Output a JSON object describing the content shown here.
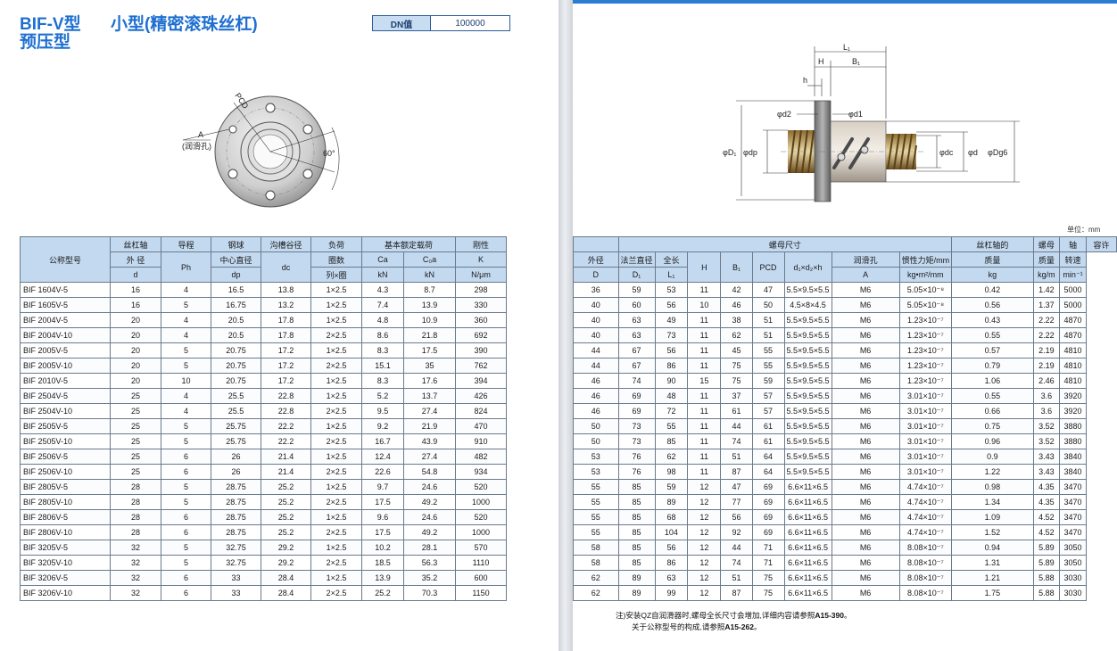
{
  "title": {
    "line1": "BIF-V型",
    "line2": "预压型",
    "subtitle": "小型(精密滚珠丝杠)"
  },
  "dn": {
    "label": "DN值",
    "value": "100000"
  },
  "drawing_left": {
    "pcd": "PCD",
    "a": "A",
    "lube": "(润滑孔)",
    "angle": "60°"
  },
  "drawing_right": {
    "L1": "L₁",
    "H": "H",
    "B1": "B₁",
    "h": "h",
    "d2": "φd2",
    "d1": "φd1",
    "D1": "φD₁",
    "dp": "φdp",
    "dc": "φdc",
    "d": "φd",
    "Dg6": "φDg6"
  },
  "unit": "单位：mm",
  "left_table": {
    "header": {
      "model": "公称型号",
      "shaft": [
        "丝杠轴",
        "外 径",
        "d"
      ],
      "lead": [
        "导程",
        "Ph"
      ],
      "ball": [
        "钢球",
        "中心直径",
        "dp"
      ],
      "groove": [
        "沟槽谷径",
        "dc"
      ],
      "load": [
        "负荷",
        "圈数",
        "列×圈"
      ],
      "rated": "基本额定载荷",
      "ca": [
        "Ca",
        "kN"
      ],
      "coa": [
        "C₀a",
        "kN"
      ],
      "rigidity": [
        "刚性",
        "K",
        "N/μm"
      ]
    },
    "rows": [
      [
        "BIF 1604V-5",
        "16",
        "4",
        "16.5",
        "13.8",
        "1×2.5",
        "4.3",
        "8.7",
        "298"
      ],
      [
        "BIF 1605V-5",
        "16",
        "5",
        "16.75",
        "13.2",
        "1×2.5",
        "7.4",
        "13.9",
        "330"
      ],
      [
        "BIF 2004V-5",
        "20",
        "4",
        "20.5",
        "17.8",
        "1×2.5",
        "4.8",
        "10.9",
        "360"
      ],
      [
        "BIF 2004V-10",
        "20",
        "4",
        "20.5",
        "17.8",
        "2×2.5",
        "8.6",
        "21.8",
        "692"
      ],
      [
        "BIF 2005V-5",
        "20",
        "5",
        "20.75",
        "17.2",
        "1×2.5",
        "8.3",
        "17.5",
        "390"
      ],
      [
        "BIF 2005V-10",
        "20",
        "5",
        "20.75",
        "17.2",
        "2×2.5",
        "15.1",
        "35",
        "762"
      ],
      [
        "BIF 2010V-5",
        "20",
        "10",
        "20.75",
        "17.2",
        "1×2.5",
        "8.3",
        "17.6",
        "394"
      ],
      [
        "BIF 2504V-5",
        "25",
        "4",
        "25.5",
        "22.8",
        "1×2.5",
        "5.2",
        "13.7",
        "426"
      ],
      [
        "BIF 2504V-10",
        "25",
        "4",
        "25.5",
        "22.8",
        "2×2.5",
        "9.5",
        "27.4",
        "824"
      ],
      [
        "BIF 2505V-5",
        "25",
        "5",
        "25.75",
        "22.2",
        "1×2.5",
        "9.2",
        "21.9",
        "470"
      ],
      [
        "BIF 2505V-10",
        "25",
        "5",
        "25.75",
        "22.2",
        "2×2.5",
        "16.7",
        "43.9",
        "910"
      ],
      [
        "BIF 2506V-5",
        "25",
        "6",
        "26",
        "21.4",
        "1×2.5",
        "12.4",
        "27.4",
        "482"
      ],
      [
        "BIF 2506V-10",
        "25",
        "6",
        "26",
        "21.4",
        "2×2.5",
        "22.6",
        "54.8",
        "934"
      ],
      [
        "BIF 2805V-5",
        "28",
        "5",
        "28.75",
        "25.2",
        "1×2.5",
        "9.7",
        "24.6",
        "520"
      ],
      [
        "BIF 2805V-10",
        "28",
        "5",
        "28.75",
        "25.2",
        "2×2.5",
        "17.5",
        "49.2",
        "1000"
      ],
      [
        "BIF 2806V-5",
        "28",
        "6",
        "28.75",
        "25.2",
        "1×2.5",
        "9.6",
        "24.6",
        "520"
      ],
      [
        "BIF 2806V-10",
        "28",
        "6",
        "28.75",
        "25.2",
        "2×2.5",
        "17.5",
        "49.2",
        "1000"
      ],
      [
        "BIF 3205V-5",
        "32",
        "5",
        "32.75",
        "29.2",
        "1×2.5",
        "10.2",
        "28.1",
        "570"
      ],
      [
        "BIF 3205V-10",
        "32",
        "5",
        "32.75",
        "29.2",
        "2×2.5",
        "18.5",
        "56.3",
        "1110"
      ],
      [
        "BIF 3206V-5",
        "32",
        "6",
        "33",
        "28.4",
        "1×2.5",
        "13.9",
        "35.2",
        "600"
      ],
      [
        "BIF 3206V-10",
        "32",
        "6",
        "33",
        "28.4",
        "2×2.5",
        "25.2",
        "70.3",
        "1150"
      ]
    ]
  },
  "right_table": {
    "header": {
      "nut_size": "螺母尺寸",
      "outer": [
        "外径",
        "D"
      ],
      "flange": [
        "法兰直径",
        "D₁"
      ],
      "length": [
        "全长",
        "L₁"
      ],
      "H": "H",
      "B1": "B₁",
      "PCD": "PCD",
      "hole": "d₁×d₂×h",
      "lube": [
        "润滑孔",
        "A"
      ],
      "inertia": [
        "丝杠轴的",
        "惯性力矩/mm",
        "kg•m²/mm"
      ],
      "nut_mass": [
        "螺母",
        "质量",
        "kg"
      ],
      "shaft_mass": [
        "轴",
        "质量",
        "kg/m"
      ],
      "speed": [
        "容许",
        "转速",
        "min⁻¹"
      ]
    },
    "rows": [
      [
        "36",
        "59",
        "53",
        "11",
        "42",
        "47",
        "5.5×9.5×5.5",
        "M6",
        "5.05×10⁻⁸",
        "0.42",
        "1.42",
        "5000"
      ],
      [
        "40",
        "60",
        "56",
        "10",
        "46",
        "50",
        "4.5×8×4.5",
        "M6",
        "5.05×10⁻⁸",
        "0.56",
        "1.37",
        "5000"
      ],
      [
        "40",
        "63",
        "49",
        "11",
        "38",
        "51",
        "5.5×9.5×5.5",
        "M6",
        "1.23×10⁻⁷",
        "0.43",
        "2.22",
        "4870"
      ],
      [
        "40",
        "63",
        "73",
        "11",
        "62",
        "51",
        "5.5×9.5×5.5",
        "M6",
        "1.23×10⁻⁷",
        "0.55",
        "2.22",
        "4870"
      ],
      [
        "44",
        "67",
        "56",
        "11",
        "45",
        "55",
        "5.5×9.5×5.5",
        "M6",
        "1.23×10⁻⁷",
        "0.57",
        "2.19",
        "4810"
      ],
      [
        "44",
        "67",
        "86",
        "11",
        "75",
        "55",
        "5.5×9.5×5.5",
        "M6",
        "1.23×10⁻⁷",
        "0.79",
        "2.19",
        "4810"
      ],
      [
        "46",
        "74",
        "90",
        "15",
        "75",
        "59",
        "5.5×9.5×5.5",
        "M6",
        "1.23×10⁻⁷",
        "1.06",
        "2.46",
        "4810"
      ],
      [
        "46",
        "69",
        "48",
        "11",
        "37",
        "57",
        "5.5×9.5×5.5",
        "M6",
        "3.01×10⁻⁷",
        "0.55",
        "3.6",
        "3920"
      ],
      [
        "46",
        "69",
        "72",
        "11",
        "61",
        "57",
        "5.5×9.5×5.5",
        "M6",
        "3.01×10⁻⁷",
        "0.66",
        "3.6",
        "3920"
      ],
      [
        "50",
        "73",
        "55",
        "11",
        "44",
        "61",
        "5.5×9.5×5.5",
        "M6",
        "3.01×10⁻⁷",
        "0.75",
        "3.52",
        "3880"
      ],
      [
        "50",
        "73",
        "85",
        "11",
        "74",
        "61",
        "5.5×9.5×5.5",
        "M6",
        "3.01×10⁻⁷",
        "0.96",
        "3.52",
        "3880"
      ],
      [
        "53",
        "76",
        "62",
        "11",
        "51",
        "64",
        "5.5×9.5×5.5",
        "M6",
        "3.01×10⁻⁷",
        "0.9",
        "3.43",
        "3840"
      ],
      [
        "53",
        "76",
        "98",
        "11",
        "87",
        "64",
        "5.5×9.5×5.5",
        "M6",
        "3.01×10⁻⁷",
        "1.22",
        "3.43",
        "3840"
      ],
      [
        "55",
        "85",
        "59",
        "12",
        "47",
        "69",
        "6.6×11×6.5",
        "M6",
        "4.74×10⁻⁷",
        "0.98",
        "4.35",
        "3470"
      ],
      [
        "55",
        "85",
        "89",
        "12",
        "77",
        "69",
        "6.6×11×6.5",
        "M6",
        "4.74×10⁻⁷",
        "1.34",
        "4.35",
        "3470"
      ],
      [
        "55",
        "85",
        "68",
        "12",
        "56",
        "69",
        "6.6×11×6.5",
        "M6",
        "4.74×10⁻⁷",
        "1.09",
        "4.52",
        "3470"
      ],
      [
        "55",
        "85",
        "104",
        "12",
        "92",
        "69",
        "6.6×11×6.5",
        "M6",
        "4.74×10⁻⁷",
        "1.52",
        "4.52",
        "3470"
      ],
      [
        "58",
        "85",
        "56",
        "12",
        "44",
        "71",
        "6.6×11×6.5",
        "M6",
        "8.08×10⁻⁷",
        "0.94",
        "5.89",
        "3050"
      ],
      [
        "58",
        "85",
        "86",
        "12",
        "74",
        "71",
        "6.6×11×6.5",
        "M6",
        "8.08×10⁻⁷",
        "1.31",
        "5.89",
        "3050"
      ],
      [
        "62",
        "89",
        "63",
        "12",
        "51",
        "75",
        "6.6×11×6.5",
        "M6",
        "8.08×10⁻⁷",
        "1.21",
        "5.88",
        "3030"
      ],
      [
        "62",
        "89",
        "99",
        "12",
        "87",
        "75",
        "6.6×11×6.5",
        "M6",
        "8.08×10⁻⁷",
        "1.75",
        "5.88",
        "3030"
      ]
    ]
  },
  "notes": {
    "line1_text": "注)安装QZ自润滑器时,螺母全长尺寸会增加,详细内容请参照",
    "line1_ref": "A15-390",
    "line1_end": "。",
    "line2_text": "关于公称型号的构成,请参照",
    "line2_ref": "A15-262",
    "line2_end": "。"
  }
}
